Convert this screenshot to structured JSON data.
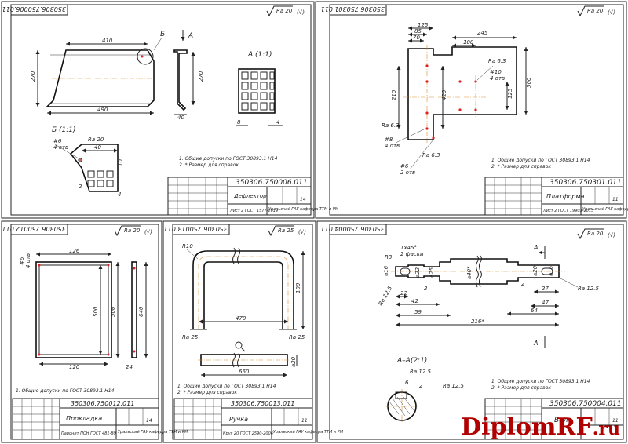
{
  "sheets": {
    "s1": {
      "stamp": "350306.750006.011",
      "title": "Дефлектор",
      "sheets_count": "14",
      "material": "Лист 2 ГОСТ 1577-2019",
      "roughness": "Ra 20",
      "dims": {
        "w_top": "410",
        "w_bot": "490",
        "h": "270",
        "side_h": "270",
        "side_w": "40",
        "view_a": "А (1:1)",
        "view_b": "Б (1:1)",
        "a8": "8",
        "a4": "4",
        "b40": "40",
        "b2": "2",
        "b6": "#6",
        "b_holes": "4 отв",
        "b10": "10",
        "b_ra": "Ra 20",
        "b_dim": "4"
      },
      "labels": {
        "b": "Б",
        "a": "А"
      },
      "notes": [
        "1. Общие допуски по ГОСТ 30893.1 Н14",
        "2. * Размер для справок"
      ]
    },
    "s2": {
      "stamp": "350306.750301.011",
      "title": "Платформа",
      "sheets_count": "11",
      "material": "Лист 2 ГОСТ 19903-2015",
      "roughness": "Ra 20",
      "dims": {
        "d125": "125",
        "d85": "85",
        "d70": "70",
        "d100": "100",
        "d245": "245",
        "h210": "210",
        "h420": "420",
        "h125": "125",
        "h500": "500",
        "ra63": "Ra 6.3",
        "holes10": "#10",
        "holes4": "4 отв",
        "holes8": "#8",
        "holes4b": "4 отв",
        "holes6": "#6",
        "holes2": "2 отв",
        "ra63b": "Ra 6.3"
      },
      "notes": [
        "1. Общие допуски по ГОСТ 30893.1 Н14",
        "2. * Размер для справок"
      ]
    },
    "s3": {
      "stamp": "350306.750012.011",
      "title": "Прокладка",
      "sheets_count": "14",
      "material": "Паронит ПОН ГОСТ 481-80",
      "roughness": "Ra 20",
      "dims": {
        "w126": "126",
        "h500": "500",
        "h506": "506",
        "h640": "640",
        "w120": "120",
        "t24": "24",
        "hole": "#6",
        "holes": "4 отв"
      },
      "notes": [
        "1. Общие допуски по ГОСТ 30893.1 Н14"
      ]
    },
    "s4": {
      "stamp": "350306.750013.011",
      "title": "Ручка",
      "sheets_count": "11",
      "material": "Круг 20 ГОСТ 2590-2006",
      "roughness": "Ra 25",
      "dims": {
        "r10": "R10",
        "h100": "100",
        "w470": "470",
        "l660": "660",
        "d20": "⌀20",
        "ra25a": "Ra 25",
        "ra25b": "Ra 25"
      },
      "notes": [
        "1. Общие допуски по ГОСТ 30893.1 Н14",
        "2. * Размер для справок"
      ]
    },
    "s5": {
      "stamp": "350306.750004.011",
      "title": "Вал",
      "sheets_count": "11",
      "material": "",
      "roughness": "Ra 20",
      "dims": {
        "chamfer": "1х45°",
        "chamfer2": "2 фаски",
        "r3": "R3",
        "d16": "⌀16",
        "d22": "⌀22",
        "d25": "⌀25",
        "d40": "⌀40*",
        "d20": "⌀20",
        "d16b": "⌀16",
        "ra125": "Ra 12.5",
        "l22": "22",
        "l2": "2",
        "l42": "42",
        "l59": "59",
        "l216": "216*",
        "l27": "27",
        "l47": "47",
        "l64": "64",
        "l2b": "2",
        "ra125b": "Ra 12.5",
        "section": "А–А(2:1)",
        "s6": "6",
        "s2": "2",
        "s_ra": "Ra 12.5",
        "s_ra2": "Ra 12.5",
        "a_top": "А",
        "a_bot": "А"
      },
      "notes": [
        "1. Общие допуски по ГОСТ 30893.1 Н14",
        "2. * Размер для справок"
      ]
    }
  },
  "university": "Уральский ГАУ кафедра ТТМ и РМ",
  "scale": "1:1",
  "watermark": {
    "main": "DiplomRF",
    "suffix": ".ru"
  }
}
